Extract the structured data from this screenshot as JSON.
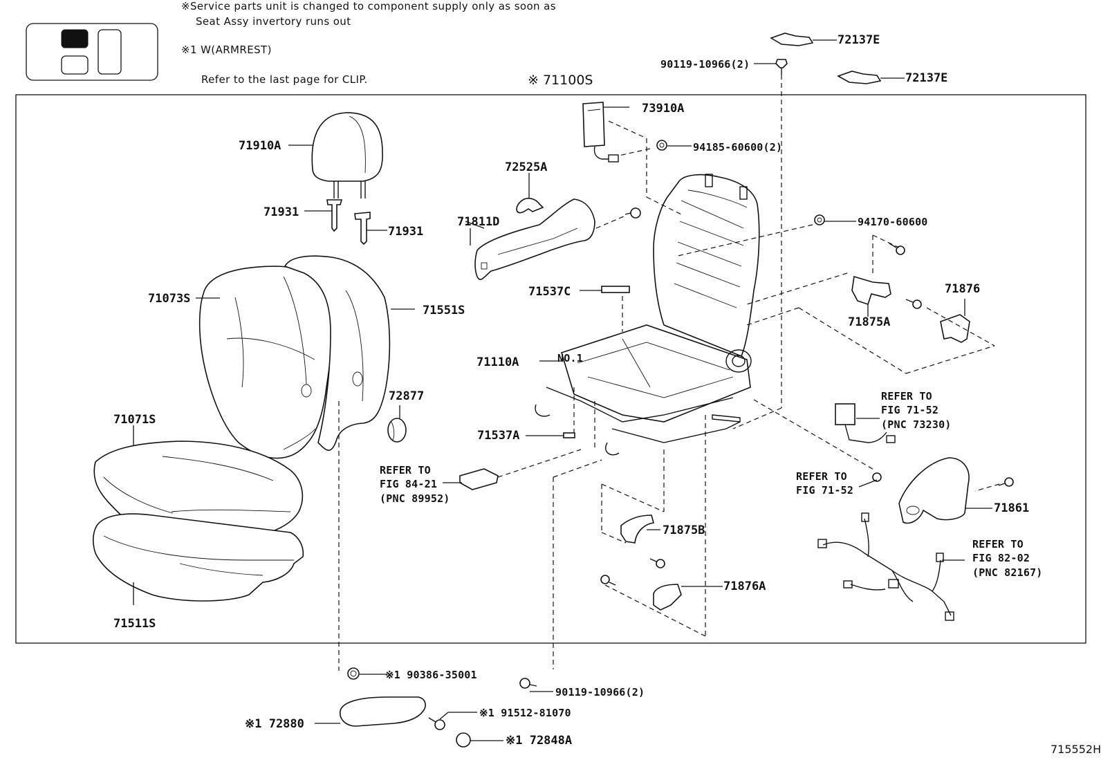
{
  "header": {
    "note_line1": "※Service parts unit is changed to component supply only as soon as",
    "note_line2": "Seat Assy invertory runs out",
    "armrest_note": "※1 W(ARMREST)",
    "clip_note": "Refer to the last page for CLIP.",
    "assembly_label": "※ 71100S"
  },
  "parts": {
    "p72137e_a": "72137E",
    "p72137e_b": "72137E",
    "p9011910966_top": "90119-10966(2)",
    "p73910a": "73910A",
    "p9418560600": "94185-60600(2)",
    "p72525a": "72525A",
    "p71811d": "71811D",
    "p9417060600": "94170-60600",
    "p71537c": "71537C",
    "p71876": "71876",
    "p71875a": "71875A",
    "p71910a": "71910A",
    "p71931_a": "71931",
    "p71931_b": "71931",
    "p71073s": "71073S",
    "p71551s": "71551S",
    "p71110a": "71110A",
    "p72877": "72877",
    "p71071s": "71071S",
    "p71537a": "71537A",
    "p71861": "71861",
    "p71875b": "71875B",
    "p71876a": "71876A",
    "p71511s": "71511S",
    "p9038635001": "※1 90386-35001",
    "p9011910966_bot": "90119-10966(2)",
    "p72880": "※1 72880",
    "p9151281070": "※1 91512-81070",
    "p72848a": "※1 72848A"
  },
  "refs": {
    "ref_8421_l1": "REFER TO",
    "ref_8421_l2": "FIG 84-21",
    "ref_8421_l3": "(PNC 89952)",
    "ref_7152a_l1": "REFER TO",
    "ref_7152a_l2": "FIG 71-52",
    "ref_7152a_l3": "(PNC 73230)",
    "ref_7152b_l1": "REFER TO",
    "ref_7152b_l2": "FIG 71-52",
    "ref_8202_l1": "REFER TO",
    "ref_8202_l2": "FIG 82-02",
    "ref_8202_l3": "(PNC 82167)"
  },
  "stamp": {
    "no1": "NO.1"
  },
  "footer": {
    "illustration_id": "715552H"
  }
}
